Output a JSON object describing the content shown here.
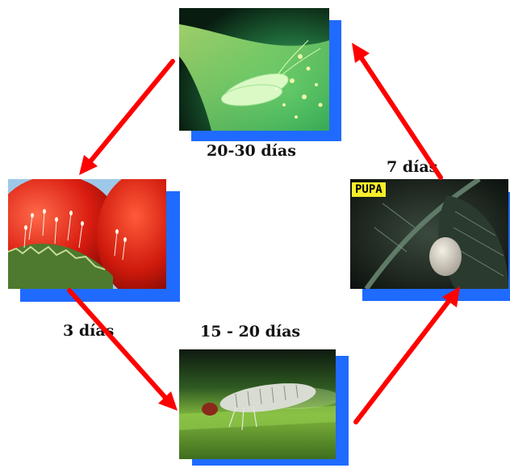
{
  "stages": {
    "adult": {
      "duration": "20-30 días"
    },
    "eggs": {
      "duration": "3 días"
    },
    "larva": {
      "duration": "15 - 20 días"
    },
    "pupa": {
      "duration": "7 días",
      "tag": "PUPA"
    }
  },
  "colors": {
    "arrow": "#ff0000",
    "shadow": "#1f6bff"
  }
}
